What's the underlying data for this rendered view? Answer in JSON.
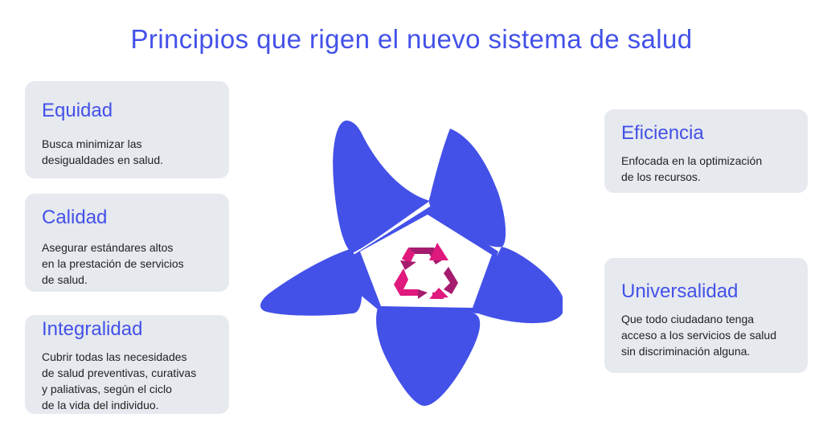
{
  "title": "Principios que rigen el nuevo sistema de salud",
  "colors": {
    "accent": "#4351e8",
    "card_bg": "#e6e9ee",
    "recycle_magenta": "#e0197d",
    "recycle_purple": "#a51b6e"
  },
  "principles": {
    "equidad": {
      "name": "Equidad",
      "lines": [
        "Busca minimizar las",
        "desigualdades en salud."
      ]
    },
    "calidad": {
      "name": "Calidad",
      "lines": [
        "Asegurar estándares altos",
        "en la prestación de servicios",
        "de salud."
      ]
    },
    "integralidad": {
      "name": "Integralidad",
      "lines": [
        "Cubrir todas las necesidades",
        "de salud preventivas, curativas",
        "y paliativas, según el ciclo",
        "de la vida del individuo."
      ]
    },
    "eficiencia": {
      "name": "Eficiencia",
      "lines": [
        "Enfocada en la optimización",
        "de los recursos."
      ]
    },
    "universalidad": {
      "name": "Universalidad",
      "lines": [
        "Que todo ciudadano tenga",
        "acceso a los servicios de salud",
        "sin discriminación alguna."
      ]
    }
  },
  "center_icon": "recycle-icon"
}
